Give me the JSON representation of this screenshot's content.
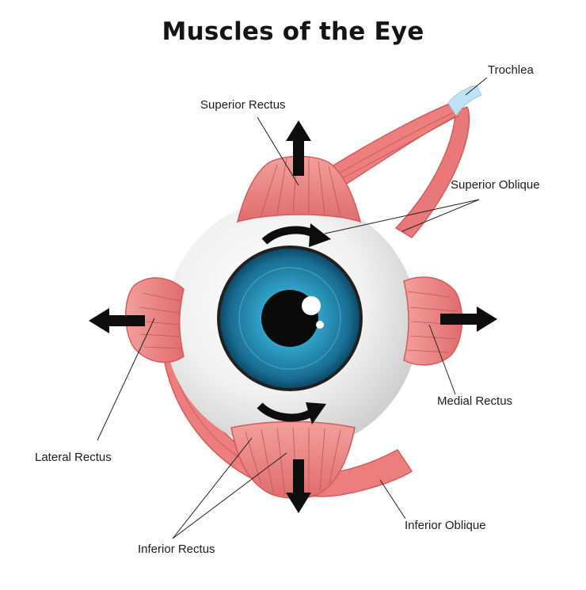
{
  "title": "Muscles of the Eye",
  "labels": {
    "trochlea": "Trochlea",
    "superior_rectus": "Superior Rectus",
    "superior_oblique": "Superior Oblique",
    "medial_rectus": "Medial Rectus",
    "lateral_rectus": "Lateral Rectus",
    "inferior_oblique": "Inferior Oblique",
    "inferior_rectus": "Inferior Rectus"
  },
  "colors": {
    "muscle": "#ec7f7e",
    "muscle_dark": "#d95e5f",
    "muscle_light": "#f6a9a6",
    "trochlea": "#bfe2f6",
    "sclera": "#f2f2f2",
    "iris": "#2f9ec4",
    "pupil": "#0a0a0a",
    "arrow": "#0d0d0d",
    "leader_line": "#1e1e1e"
  },
  "icons": [
    "arrow-up-icon",
    "arrow-down-icon",
    "arrow-left-icon",
    "arrow-right-icon",
    "rotate-arrow-icon"
  ]
}
